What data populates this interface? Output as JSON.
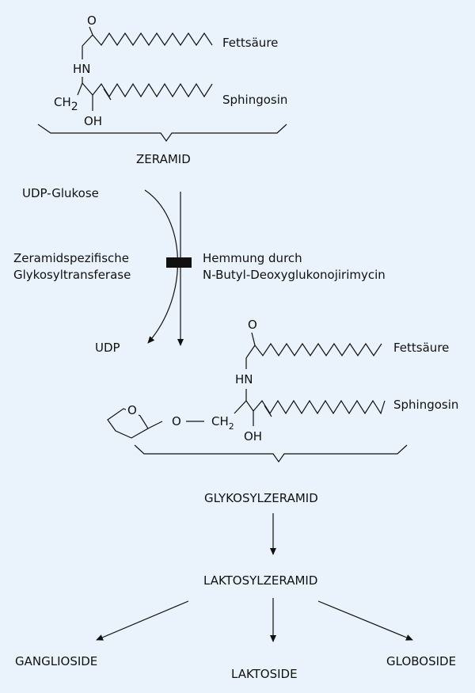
{
  "ceramide": {
    "o": "O",
    "nh": "HN",
    "ch2": "CH",
    "ch2_sub": "2",
    "oh": "OH",
    "fatty_acid": "Fettsäure",
    "sphingosine": "Sphingosin",
    "name": "ZERAMID"
  },
  "reaction": {
    "udp_glucose": "UDP-Glukose",
    "enzyme_line1": "Zeramidspezifische",
    "enzyme_line2": "Glykosyltransferase",
    "inhibition_line1": "Hemmung durch",
    "inhibition_line2": "N-Butyl-Deoxyglukonojirimycin",
    "udp": "UDP"
  },
  "glucosylceramide": {
    "o_carbonyl": "O",
    "nh": "HN",
    "ring_o": "O",
    "link_o": "O",
    "ch2": "CH",
    "ch2_sub": "2",
    "oh": "OH",
    "fatty_acid": "Fettsäure",
    "sphingosine": "Sphingosin",
    "name": "GLYKOSYLZERAMID"
  },
  "lactosylceramide": {
    "name": "LAKTOSYLZERAMID"
  },
  "products": {
    "gangliosides": "GANGLIOSIDE",
    "lactosides": "LAKTOSIDE",
    "globosides": "GLOBOSIDE"
  }
}
